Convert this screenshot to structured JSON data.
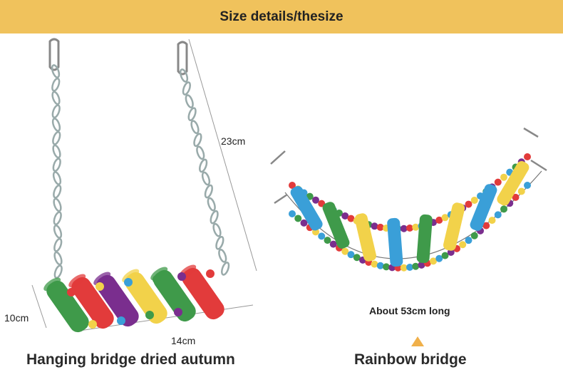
{
  "header": {
    "title": "Size details/thesize"
  },
  "left_product": {
    "caption": "Hanging bridge dried autumn",
    "height_label": "23cm",
    "depth_label": "10cm",
    "width_label": "14cm"
  },
  "right_product": {
    "caption": "Rainbow bridge",
    "length_label": "About 53cm long"
  },
  "colors": {
    "banner": "#f0c25c",
    "pointer": "#f0b04a",
    "green": "#3f9a4a",
    "red": "#e23b3b",
    "purple": "#7a2e8e",
    "yellow": "#f2d24a",
    "blue": "#3a9fd8"
  }
}
